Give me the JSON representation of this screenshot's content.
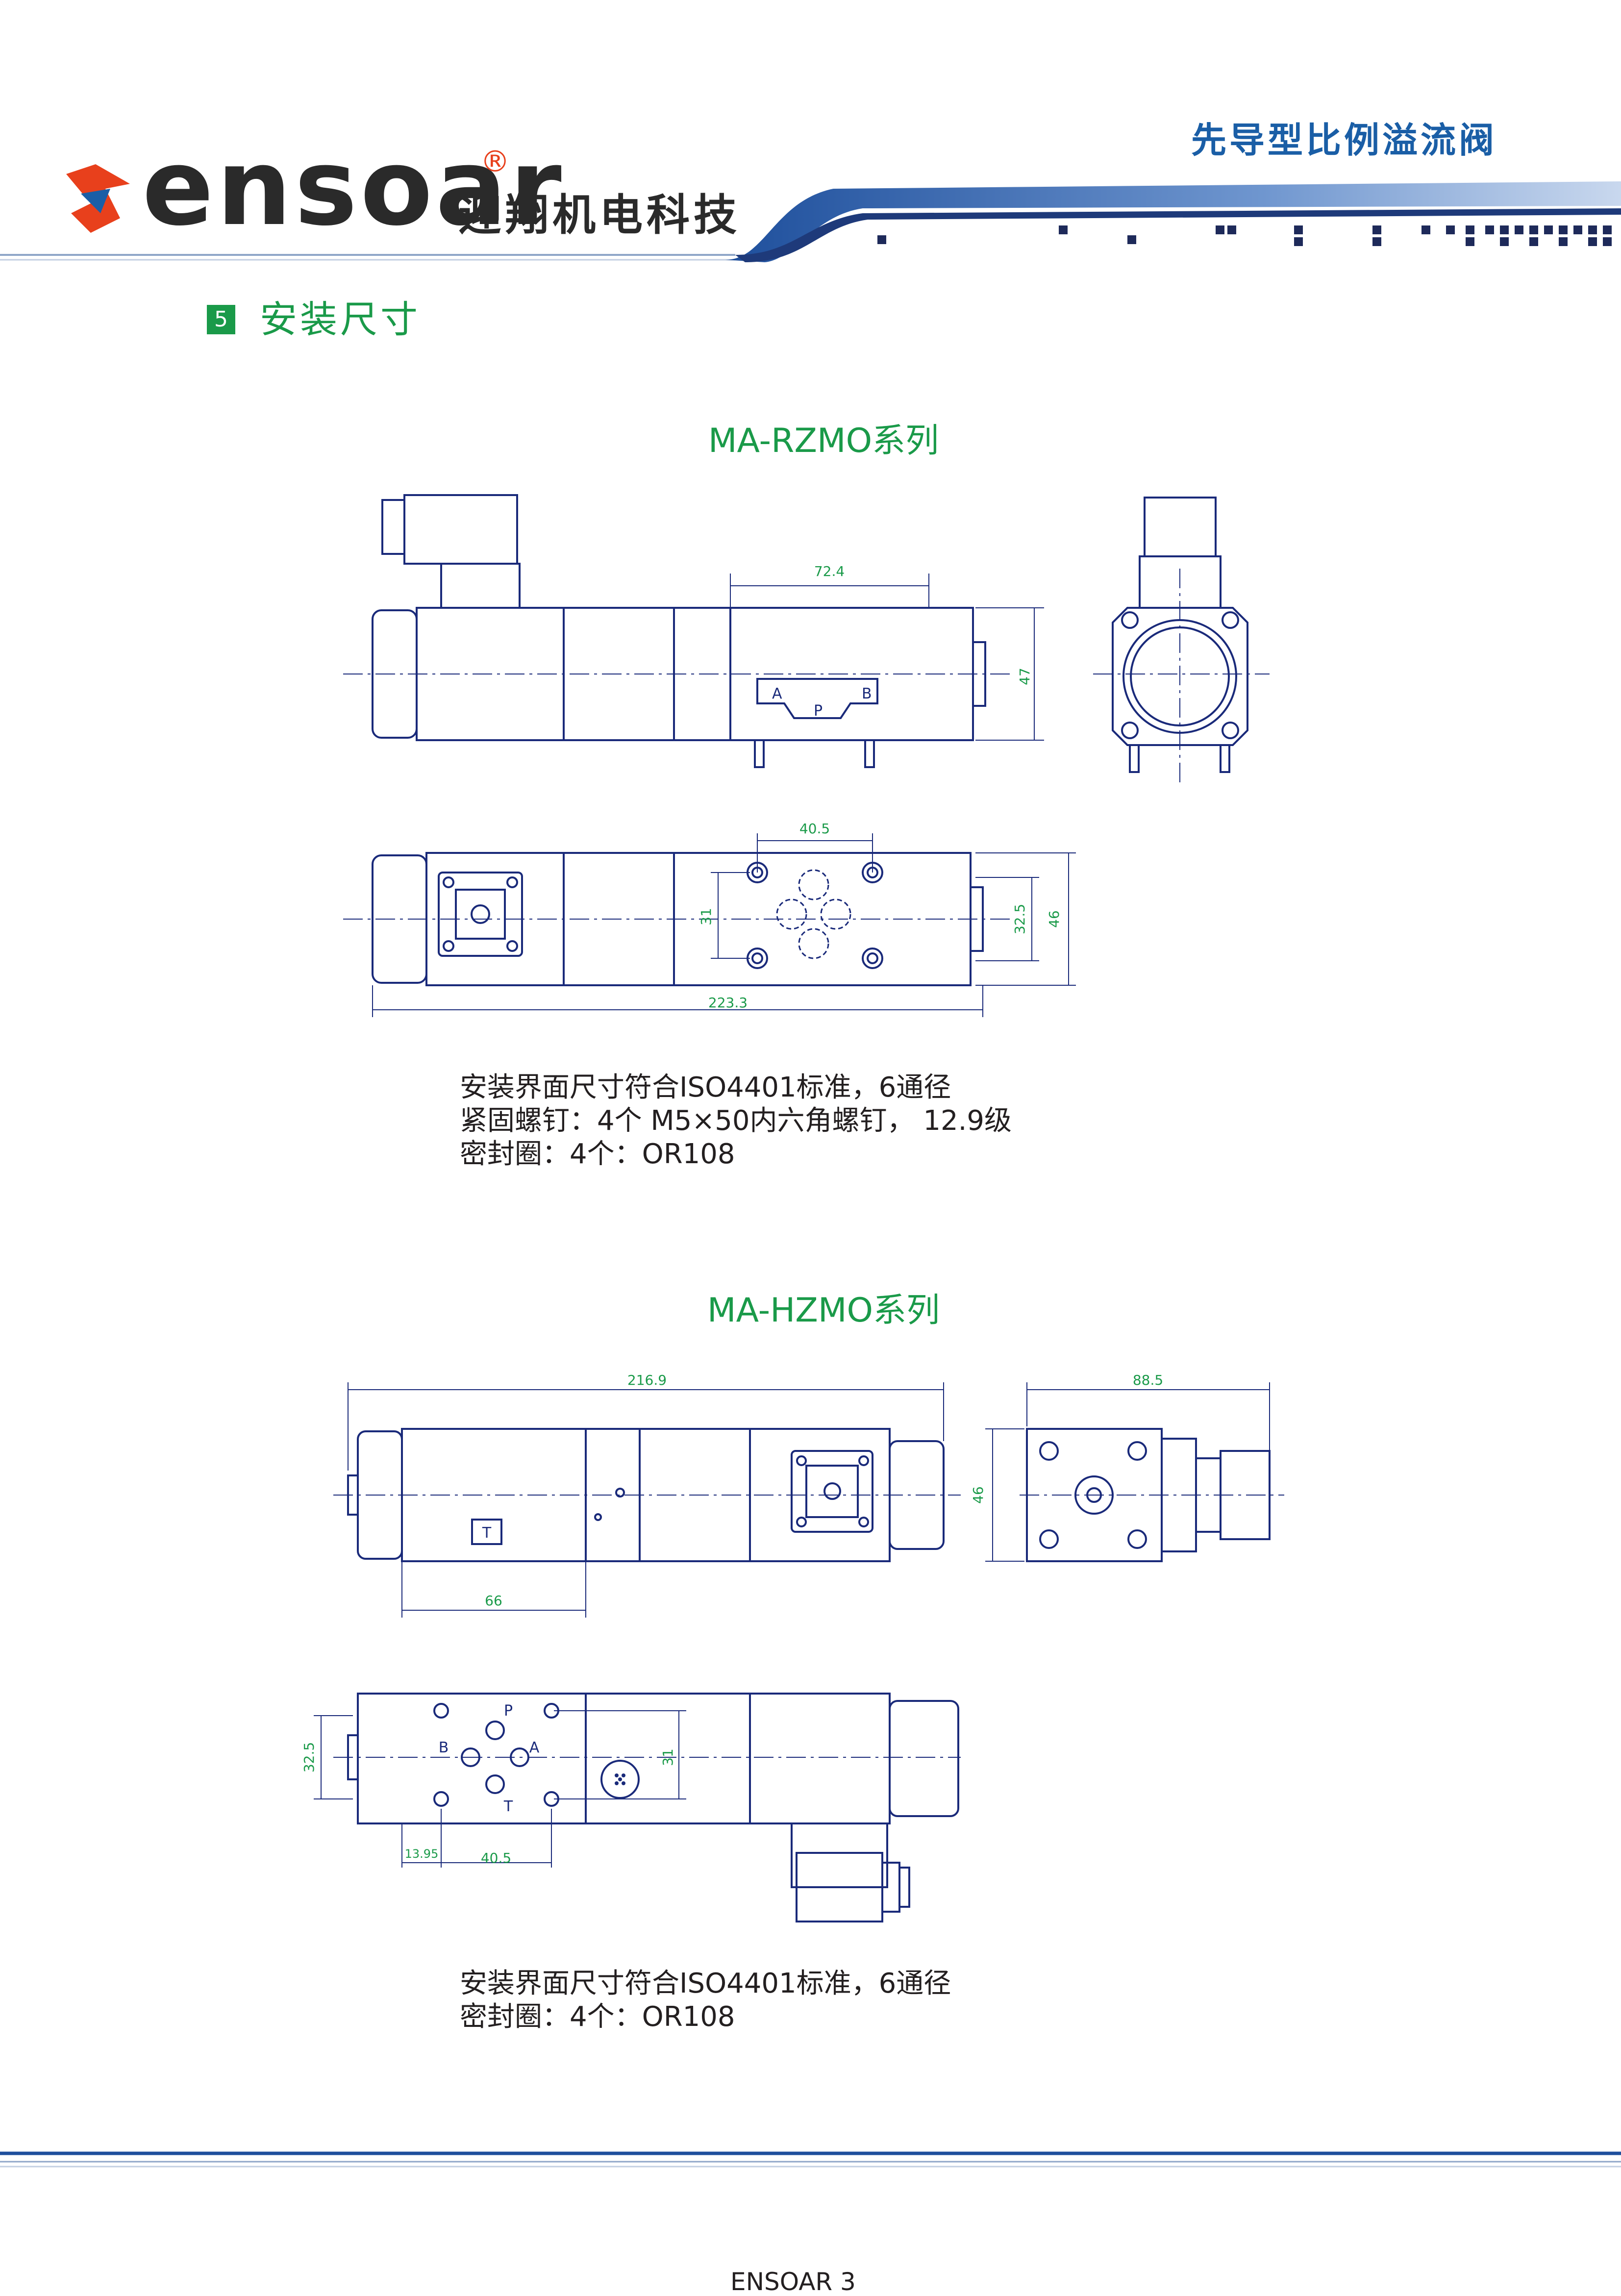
{
  "header": {
    "brand_word": "ensoar",
    "brand_reg": "®",
    "brand_cn": "迎翔机电科技",
    "doc_title": "先导型比例溢流阀",
    "colors": {
      "brand_orange": "#e8401c",
      "brand_blue": "#1a5ea6",
      "accent_green": "#1a9a49"
    }
  },
  "section": {
    "number": "5",
    "title": "安装尺寸"
  },
  "series1": {
    "title": "MA-RZMO系列",
    "side_dims": {
      "top": "72.4",
      "height": "47"
    },
    "port_labels": {
      "a": "A",
      "b": "B",
      "p": "P"
    },
    "plan_dims": {
      "top": "40.5",
      "left": "31",
      "right_inner": "32.5",
      "right_outer": "46",
      "length": "223.3"
    },
    "notes": [
      "安装界面尺寸符合ISO4401标准，6通径",
      "紧固螺钉：4个 M5×50内六角螺钉， 12.9级",
      "密封圈：4个：OR108"
    ]
  },
  "series2": {
    "title": "MA-HZMO系列",
    "side_dims": {
      "length": "216.9",
      "body": "66",
      "height": "46",
      "end_width": "88.5"
    },
    "marker_label": "T",
    "plan_dims": {
      "left": "32.5",
      "right": "31",
      "offset": "13.95",
      "pitch": "40.5"
    },
    "port_labels": {
      "p": "P",
      "b": "B",
      "a": "A",
      "t": "T"
    },
    "notes": [
      "安装界面尺寸符合ISO4401标准，6通径",
      "密封圈：4个：OR108"
    ]
  },
  "footer": {
    "label": "ENSOAR  3"
  }
}
